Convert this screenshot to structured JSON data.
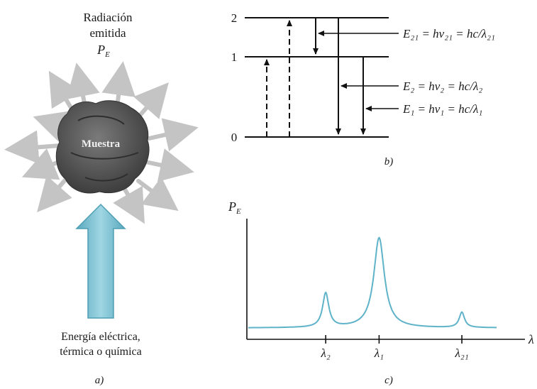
{
  "panel_a": {
    "title_line1": "Radiación",
    "title_line2": "emitida",
    "title_symbol": "P",
    "title_symbol_sub": "E",
    "sample_label": "Muestra",
    "source_line1": "Energía eléctrica,",
    "source_line2": "térmica o química",
    "caption": "a)",
    "colors": {
      "sample": "#5a5a5a",
      "arrow_fill": "#7ec3d4",
      "arrow_edge": "#4f9fb4",
      "rays": "#b8b8b8"
    }
  },
  "panel_b": {
    "levels": [
      "0",
      "1",
      "2"
    ],
    "eq_21": "E₂₁ = hν₂₁ = hc/λ₂₁",
    "eq_2": "E₂ = hν₂ = hc/λ₂",
    "eq_1": "E₁ = hν₁ = hc/λ₁",
    "caption": "b)"
  },
  "panel_c": {
    "y_symbol": "P",
    "y_symbol_sub": "E",
    "x_symbol": "λ",
    "caption": "c)",
    "line_color": "#5fb3c9"
  },
  "chart_data": {
    "type": "line",
    "ylabel": "PE",
    "xlabel": "λ",
    "peaks": [
      {
        "label": "λ₂",
        "x": 1.0,
        "height": 0.38
      },
      {
        "label": "λ₁",
        "x": 2.0,
        "height": 1.0
      },
      {
        "label": "λ₂₁",
        "x": 3.55,
        "height": 0.17
      }
    ],
    "baseline": 0.0,
    "xlim": [
      -0.45,
      4.2
    ],
    "ylim": [
      -0.15,
      1.45
    ]
  }
}
